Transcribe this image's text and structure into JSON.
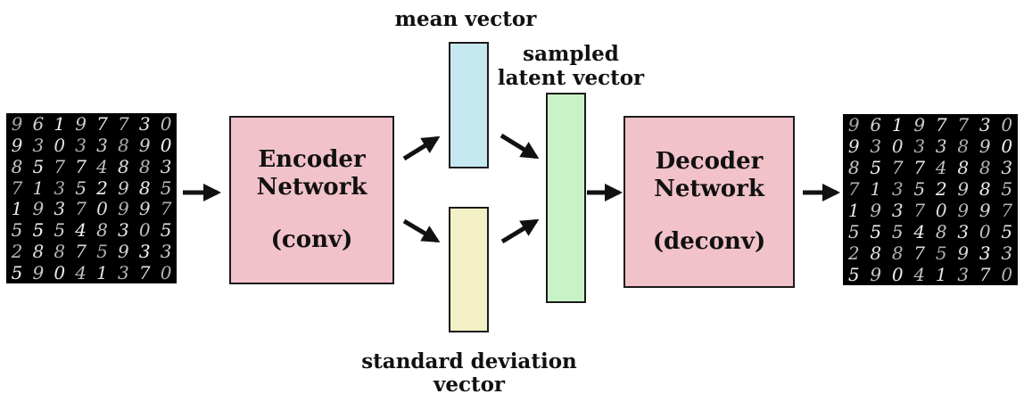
{
  "labels": {
    "mean_vector": "mean vector",
    "sampled_line1": "sampled",
    "sampled_line2": "latent vector",
    "stddev_line1": "standard deviation",
    "stddev_line2": "vector"
  },
  "encoder": {
    "line1": "Encoder",
    "line2": "Network",
    "line3": "(conv)"
  },
  "decoder": {
    "line1": "Decoder",
    "line2": "Network",
    "line3": "(deconv)"
  },
  "input_digits": [
    "9",
    "6",
    "1",
    "9",
    "7",
    "7",
    "3",
    "0",
    "9",
    "3",
    "0",
    "3",
    "3",
    "8",
    "9",
    "0",
    "8",
    "5",
    "7",
    "7",
    "4",
    "8",
    "8",
    "3",
    "7",
    "1",
    "3",
    "5",
    "2",
    "9",
    "8",
    "5",
    "1",
    "9",
    "3",
    "7",
    "0",
    "9",
    "9",
    "7",
    "5",
    "5",
    "5",
    "4",
    "8",
    "3",
    "0",
    "5",
    "2",
    "8",
    "8",
    "7",
    "5",
    "9",
    "3",
    "3",
    "5",
    "9",
    "0",
    "4",
    "1",
    "3",
    "7",
    "0"
  ],
  "output_digits": [
    "9",
    "6",
    "1",
    "9",
    "7",
    "7",
    "3",
    "0",
    "9",
    "3",
    "0",
    "3",
    "3",
    "8",
    "9",
    "0",
    "8",
    "5",
    "7",
    "7",
    "4",
    "8",
    "8",
    "3",
    "7",
    "1",
    "3",
    "5",
    "2",
    "9",
    "8",
    "5",
    "1",
    "9",
    "3",
    "7",
    "0",
    "9",
    "9",
    "7",
    "5",
    "5",
    "5",
    "4",
    "8",
    "3",
    "0",
    "5",
    "2",
    "8",
    "8",
    "7",
    "5",
    "9",
    "3",
    "3",
    "5",
    "9",
    "0",
    "4",
    "1",
    "3",
    "7",
    "0"
  ],
  "colors": {
    "network_fill": "#f2c2cb",
    "mean_fill": "#c5e8f1",
    "stddev_fill": "#f2f0c4",
    "latent_fill": "#c9f2c6"
  }
}
